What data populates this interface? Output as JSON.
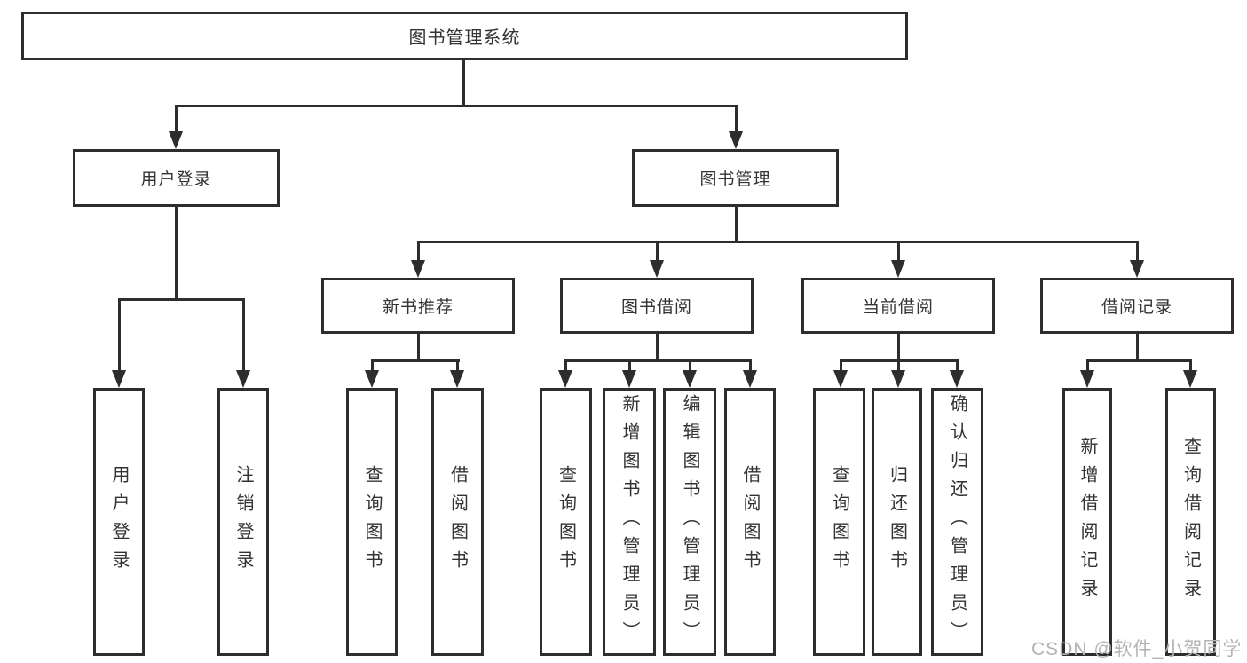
{
  "diagram": {
    "root": {
      "label": "图书管理系统"
    },
    "level2": [
      {
        "label": "用户登录"
      },
      {
        "label": "图书管理"
      }
    ],
    "level3": [
      {
        "label": "新书推荐"
      },
      {
        "label": "图书借阅"
      },
      {
        "label": "当前借阅"
      },
      {
        "label": "借阅记录"
      }
    ],
    "leaves": {
      "login": [
        "用户登录",
        "注销登录"
      ],
      "recommend": [
        "查询图书",
        "借阅图书"
      ],
      "borrow": [
        "查询图书",
        "新增图书（管理员）",
        "编辑图书（管理员）",
        "借阅图书"
      ],
      "current": [
        "查询图书",
        "归还图书",
        "确认归还（管理员）"
      ],
      "records": [
        "新增借阅记录",
        "查询借阅记录"
      ]
    },
    "watermark": "CSDN @软件_小贺同学"
  },
  "colors": {
    "line": "#2d2d2d",
    "text": "#333333",
    "watermark": "#b3b3b3",
    "bg": "#ffffff"
  }
}
